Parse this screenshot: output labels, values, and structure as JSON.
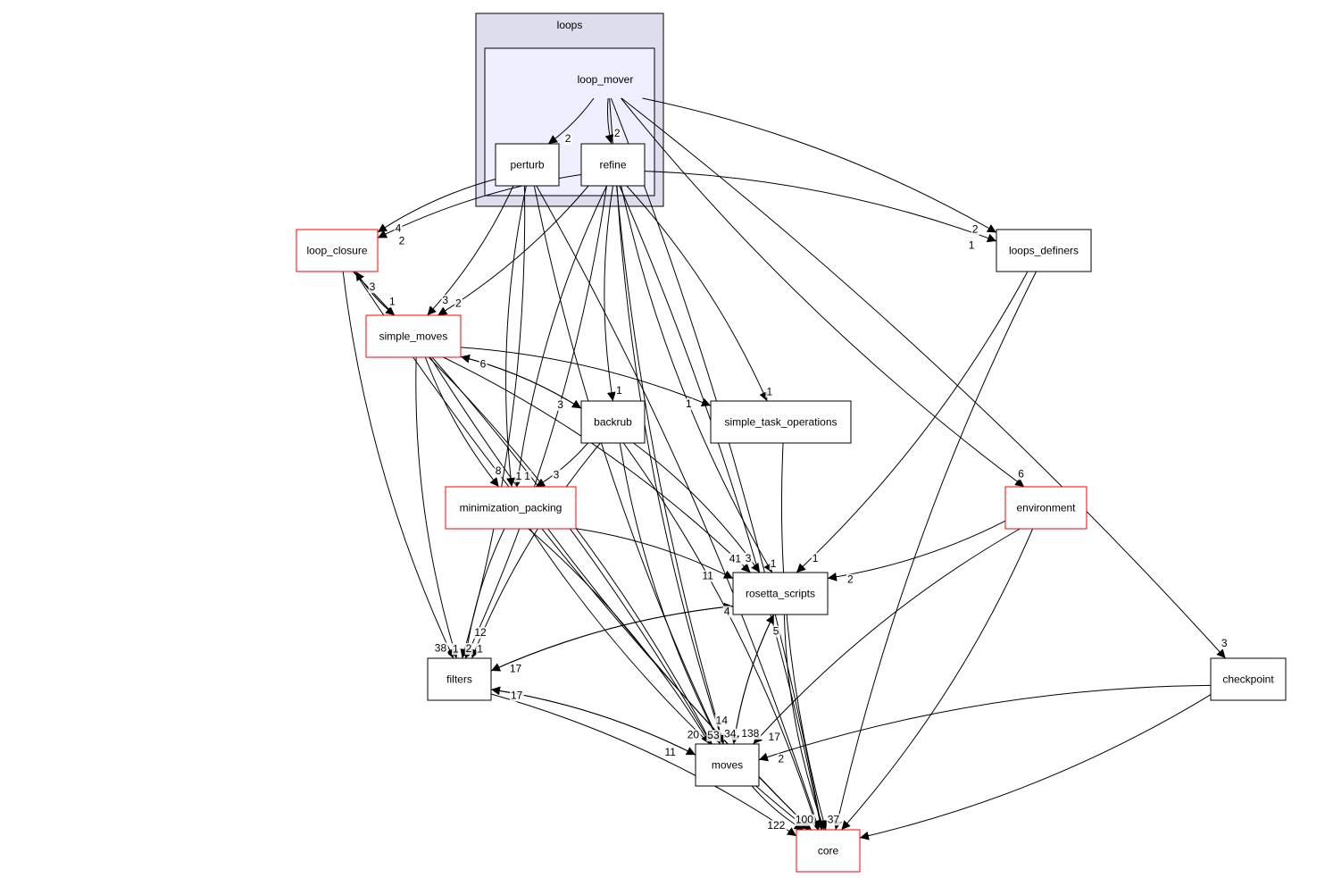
{
  "clusters": {
    "loops": {
      "label": "loops",
      "fill": "#dddded"
    },
    "loop_mover": {
      "label": "loop_mover",
      "fill": "#eeeeff"
    }
  },
  "nodes": {
    "perturb": {
      "label": "perturb",
      "border": "#000000"
    },
    "refine": {
      "label": "refine",
      "border": "#000000"
    },
    "loop_closure": {
      "label": "loop_closure",
      "border": "#ff0000"
    },
    "simple_moves": {
      "label": "simple_moves",
      "border": "#ff0000"
    },
    "loops_definers": {
      "label": "loops_definers",
      "border": "#000000"
    },
    "backrub": {
      "label": "backrub",
      "border": "#000000"
    },
    "simple_task_operations": {
      "label": "simple_task_operations",
      "border": "#000000"
    },
    "minimization_packing": {
      "label": "minimization_packing",
      "border": "#ff0000"
    },
    "environment": {
      "label": "environment",
      "border": "#ff0000"
    },
    "rosetta_scripts": {
      "label": "rosetta_scripts",
      "border": "#000000"
    },
    "filters": {
      "label": "filters",
      "border": "#000000"
    },
    "checkpoint": {
      "label": "checkpoint",
      "border": "#000000"
    },
    "moves": {
      "label": "moves",
      "border": "#000000"
    },
    "core": {
      "label": "core",
      "border": "#ff0000"
    }
  },
  "edges": [
    {
      "from": "loop_mover",
      "to": "perturb",
      "label": "2"
    },
    {
      "from": "loop_mover",
      "to": "refine",
      "label": "2"
    },
    {
      "from": "loop_mover",
      "to": "loops_definers",
      "label": "2"
    },
    {
      "from": "loop_mover",
      "to": "environment",
      "label": "6"
    },
    {
      "from": "loop_mover",
      "to": "checkpoint",
      "label": "3"
    },
    {
      "from": "loop_mover",
      "to": "moves",
      "label": ""
    },
    {
      "from": "loop_mover",
      "to": "core",
      "label": ""
    },
    {
      "from": "perturb",
      "to": "loop_closure",
      "label": "4"
    },
    {
      "from": "perturb",
      "to": "simple_moves",
      "label": "3"
    },
    {
      "from": "perturb",
      "to": "minimization_packing",
      "label": "1"
    },
    {
      "from": "perturb",
      "to": "filters",
      "label": ""
    },
    {
      "from": "perturb",
      "to": "moves",
      "label": ""
    },
    {
      "from": "perturb",
      "to": "core",
      "label": ""
    },
    {
      "from": "refine",
      "to": "loop_closure",
      "label": "2"
    },
    {
      "from": "refine",
      "to": "simple_moves",
      "label": "2"
    },
    {
      "from": "refine",
      "to": "backrub",
      "label": "1"
    },
    {
      "from": "refine",
      "to": "simple_task_operations",
      "label": "1"
    },
    {
      "from": "refine",
      "to": "minimization_packing",
      "label": "1"
    },
    {
      "from": "refine",
      "to": "filters",
      "label": "1"
    },
    {
      "from": "refine",
      "to": "rosetta_scripts",
      "label": "1"
    },
    {
      "from": "refine",
      "to": "loops_definers",
      "label": "1"
    },
    {
      "from": "refine",
      "to": "moves",
      "label": "34"
    },
    {
      "from": "refine",
      "to": "core",
      "label": ""
    },
    {
      "from": "loop_closure",
      "to": "simple_moves",
      "label": "1"
    },
    {
      "from": "simple_moves",
      "to": "loop_closure",
      "label": "3"
    },
    {
      "from": "loop_closure",
      "to": "filters",
      "label": "1"
    },
    {
      "from": "loop_closure",
      "to": "moves",
      "label": ""
    },
    {
      "from": "loop_closure",
      "to": "core",
      "label": ""
    },
    {
      "from": "simple_moves",
      "to": "backrub",
      "label": "3"
    },
    {
      "from": "backrub",
      "to": "simple_moves",
      "label": "6"
    },
    {
      "from": "simple_moves",
      "to": "simple_task_operations",
      "label": "1"
    },
    {
      "from": "simple_moves",
      "to": "minimization_packing",
      "label": "8"
    },
    {
      "from": "simple_moves",
      "to": "rosetta_scripts",
      "label": "3"
    },
    {
      "from": "simple_moves",
      "to": "filters",
      "label": "38"
    },
    {
      "from": "simple_moves",
      "to": "moves",
      "label": "20"
    },
    {
      "from": "simple_moves",
      "to": "core",
      "label": ""
    },
    {
      "from": "loops_definers",
      "to": "rosetta_scripts",
      "label": "1"
    },
    {
      "from": "loops_definers",
      "to": "core",
      "label": ""
    },
    {
      "from": "backrub",
      "to": "minimization_packing",
      "label": "3"
    },
    {
      "from": "backrub",
      "to": "filters",
      "label": "2"
    },
    {
      "from": "backrub",
      "to": "rosetta_scripts",
      "label": "41"
    },
    {
      "from": "backrub",
      "to": "moves",
      "label": "14"
    },
    {
      "from": "backrub",
      "to": "core",
      "label": ""
    },
    {
      "from": "simple_task_operations",
      "to": "core",
      "label": "37"
    },
    {
      "from": "minimization_packing",
      "to": "rosetta_scripts",
      "label": "11"
    },
    {
      "from": "minimization_packing",
      "to": "filters",
      "label": "12"
    },
    {
      "from": "minimization_packing",
      "to": "moves",
      "label": "53"
    },
    {
      "from": "minimization_packing",
      "to": "core",
      "label": ""
    },
    {
      "from": "environment",
      "to": "rosetta_scripts",
      "label": "2"
    },
    {
      "from": "environment",
      "to": "moves",
      "label": "17"
    },
    {
      "from": "environment",
      "to": "core",
      "label": ""
    },
    {
      "from": "rosetta_scripts",
      "to": "filters",
      "label": "17"
    },
    {
      "from": "filters",
      "to": "rosetta_scripts",
      "label": "4"
    },
    {
      "from": "rosetta_scripts",
      "to": "moves",
      "label": "138"
    },
    {
      "from": "moves",
      "to": "rosetta_scripts",
      "label": "5"
    },
    {
      "from": "rosetta_scripts",
      "to": "core",
      "label": "100"
    },
    {
      "from": "filters",
      "to": "moves",
      "label": "11"
    },
    {
      "from": "moves",
      "to": "filters",
      "label": "17"
    },
    {
      "from": "filters",
      "to": "core",
      "label": ""
    },
    {
      "from": "checkpoint",
      "to": "moves",
      "label": "2"
    },
    {
      "from": "checkpoint",
      "to": "core",
      "label": ""
    },
    {
      "from": "moves",
      "to": "core",
      "label": "122"
    }
  ]
}
